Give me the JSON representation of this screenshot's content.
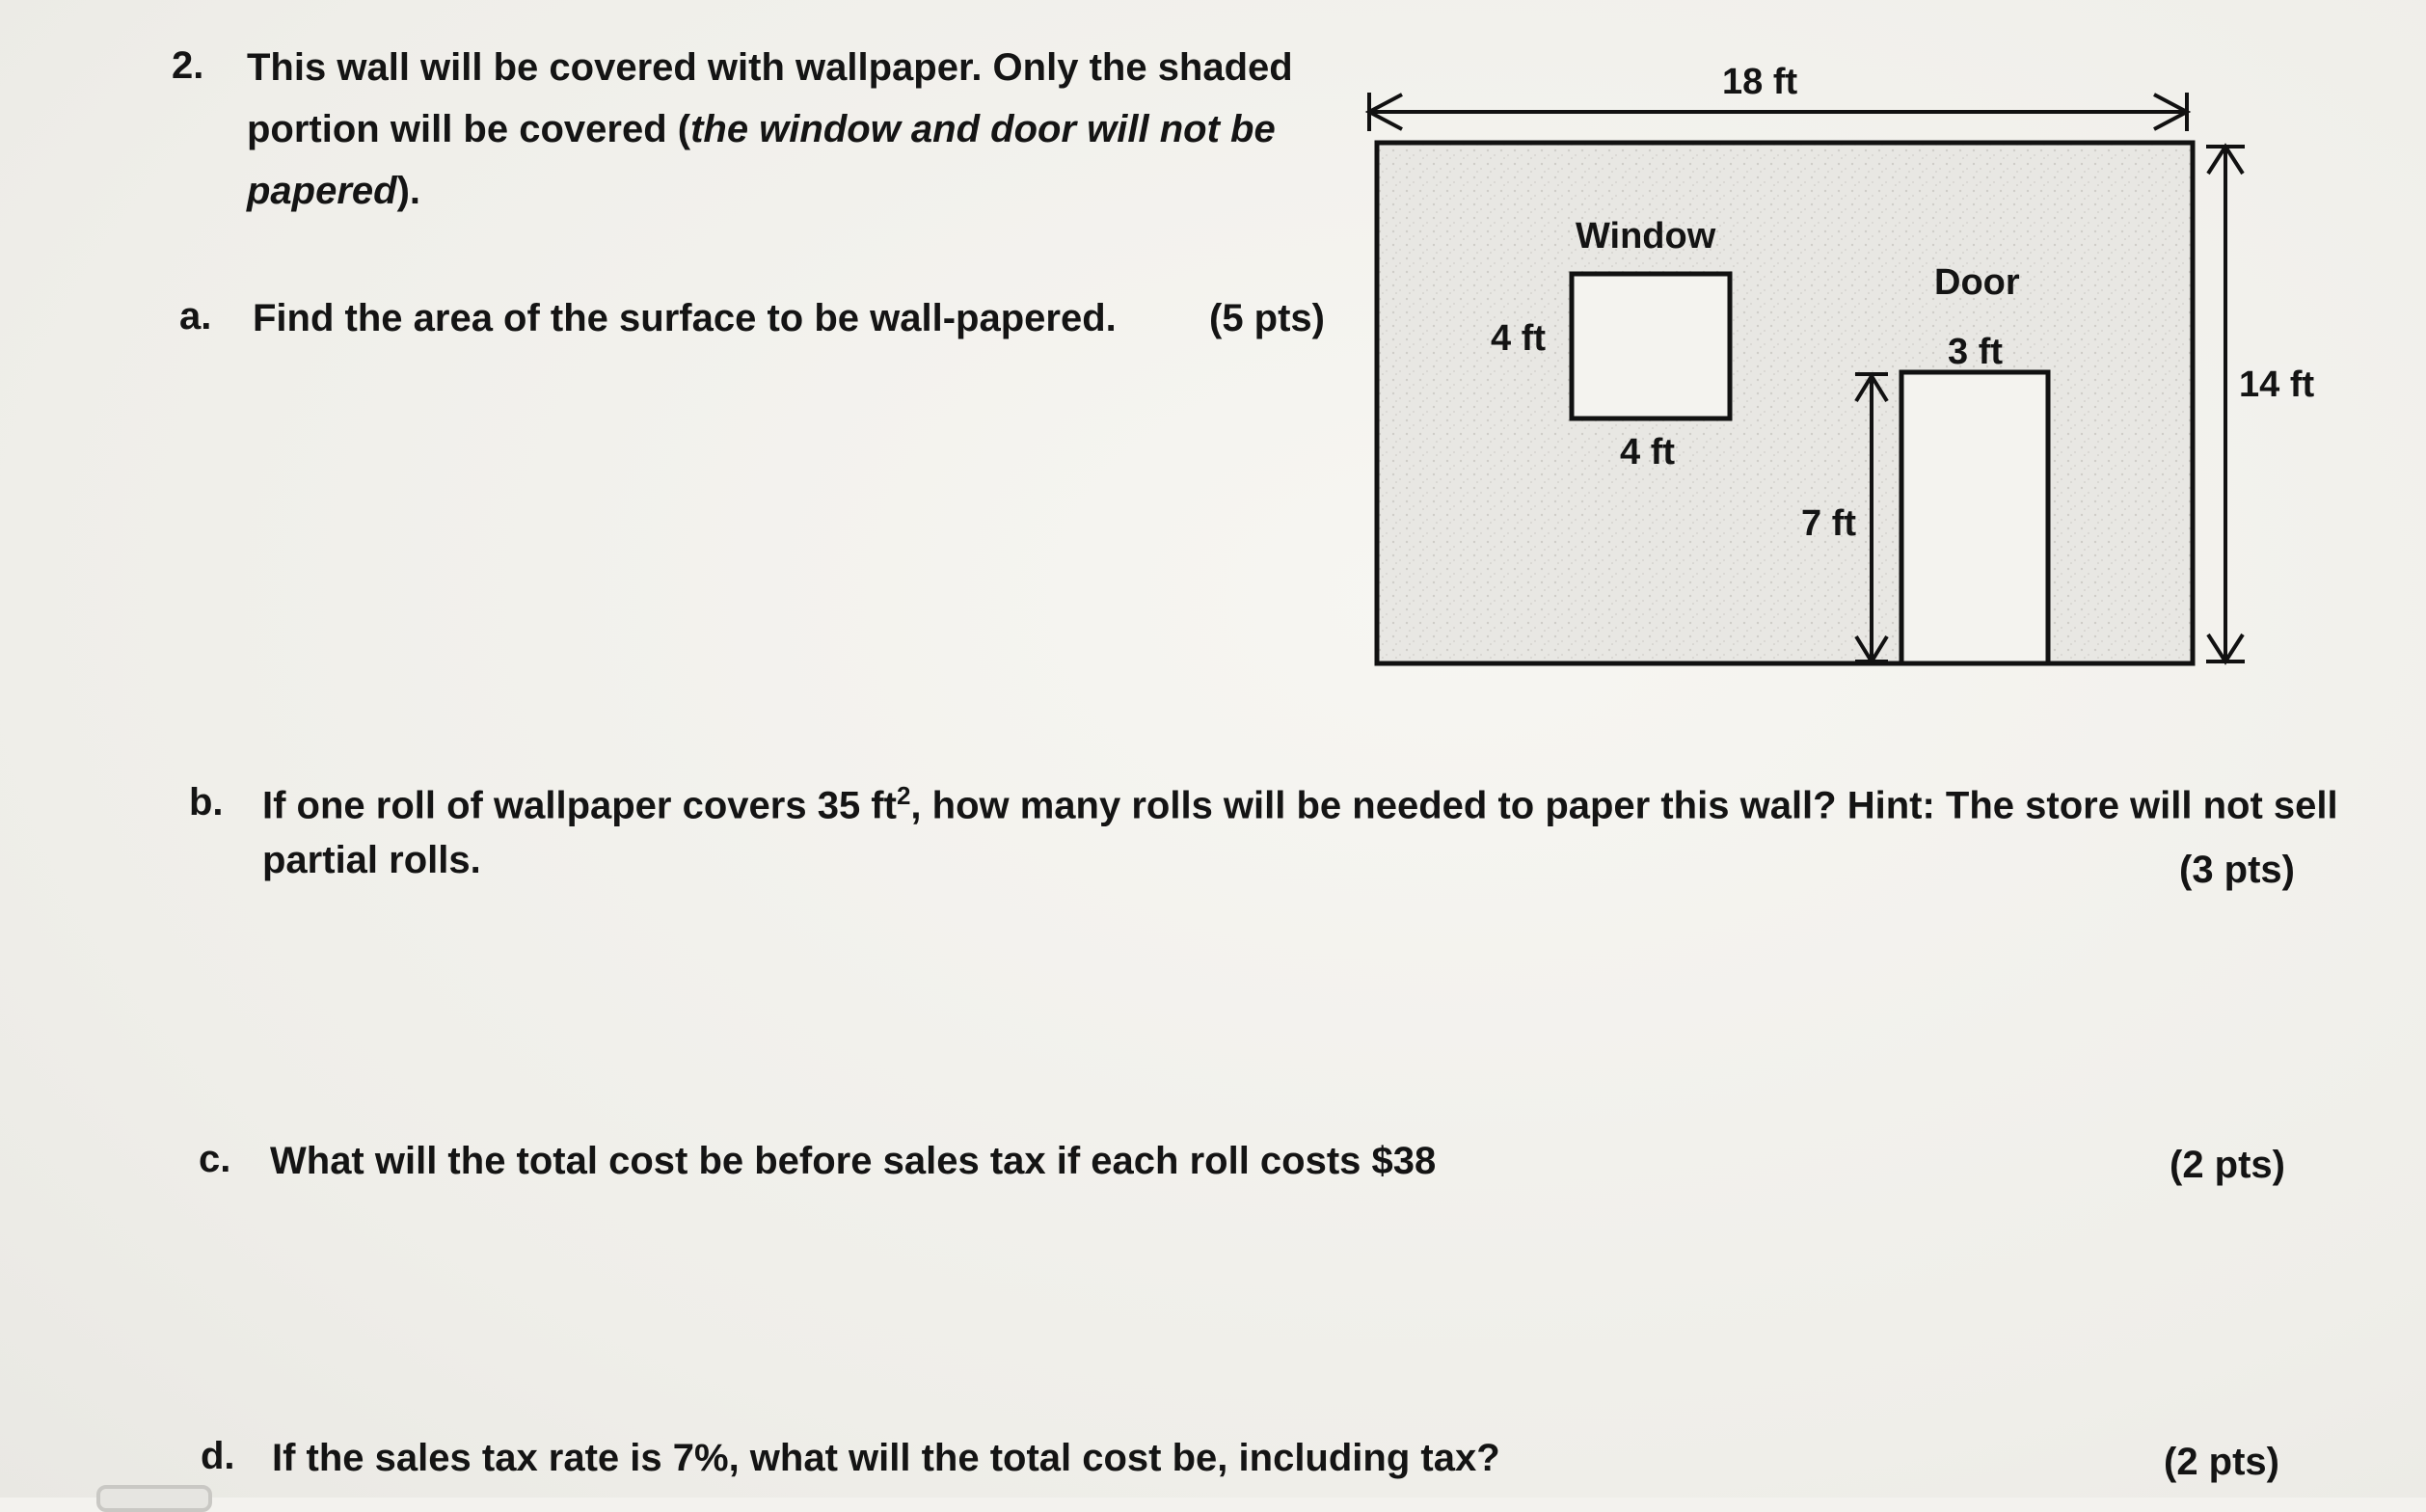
{
  "problem": {
    "number": "2.",
    "intro_line1": "This wall will be covered with wallpaper. Only the shaded",
    "intro_line2_plain": "portion will be covered (",
    "intro_line2_italic": "the window and door will ",
    "intro_line2_not": "not",
    "intro_line2_italic_end": " be",
    "intro_line3_italic": "papered",
    "intro_line3_end": ")."
  },
  "parts": {
    "a": {
      "letter": "a.",
      "text": "Find the area of the surface to be wall-papered.",
      "points": "(5 pts)"
    },
    "b": {
      "letter": "b.",
      "text_line1_pre": "If one roll of wallpaper covers 35 ft",
      "text_line1_sup": "2",
      "text_line1_post": ", how many rolls will be needed to paper this wall? Hint: The store will not sell",
      "text_line2": "partial rolls.",
      "points": "(3 pts)"
    },
    "c": {
      "letter": "c.",
      "text": "What will the total cost be before sales tax if each roll costs $38",
      "points": "(2 pts)"
    },
    "d": {
      "letter": "d.",
      "text": "If the sales tax rate is 7%, what will the total cost be, including tax?",
      "points": "(2 pts)"
    }
  },
  "diagram": {
    "wall_width": "18 ft",
    "wall_height": "14 ft",
    "window_label": "Window",
    "window_height": "4 ft",
    "window_width": "4 ft",
    "door_label": "Door",
    "door_width": "3 ft",
    "door_height": "7 ft"
  }
}
